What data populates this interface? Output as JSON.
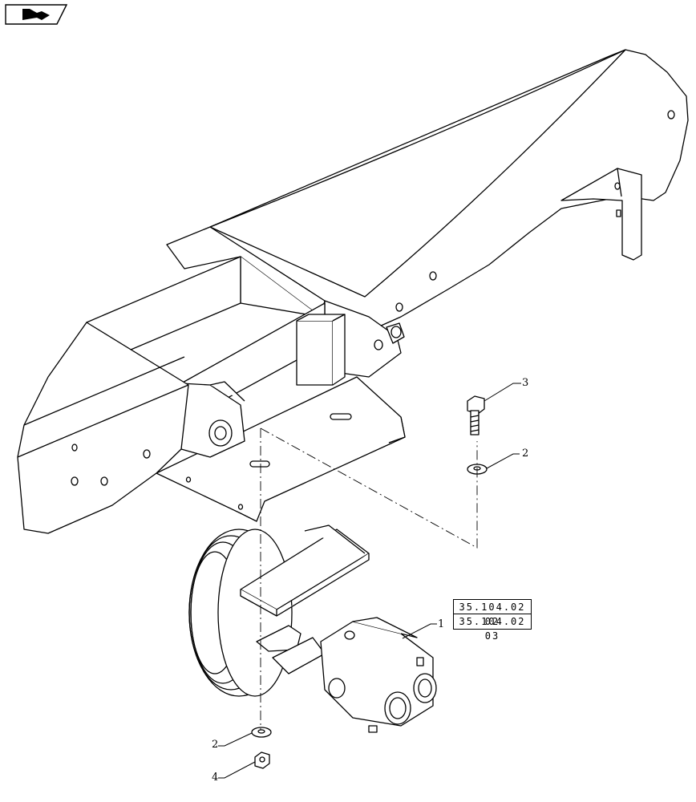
{
  "nav": {
    "icon": "next-page-arrow-icon"
  },
  "callouts": [
    {
      "label": "1"
    },
    {
      "label": "2"
    },
    {
      "label": "2"
    },
    {
      "label": "3"
    },
    {
      "label": "4"
    }
  ],
  "references": [
    "35.104.02 02",
    "35.104.02 03"
  ],
  "colors": {
    "line": "#000000",
    "fill": "#ffffff",
    "icon": "#000000"
  }
}
